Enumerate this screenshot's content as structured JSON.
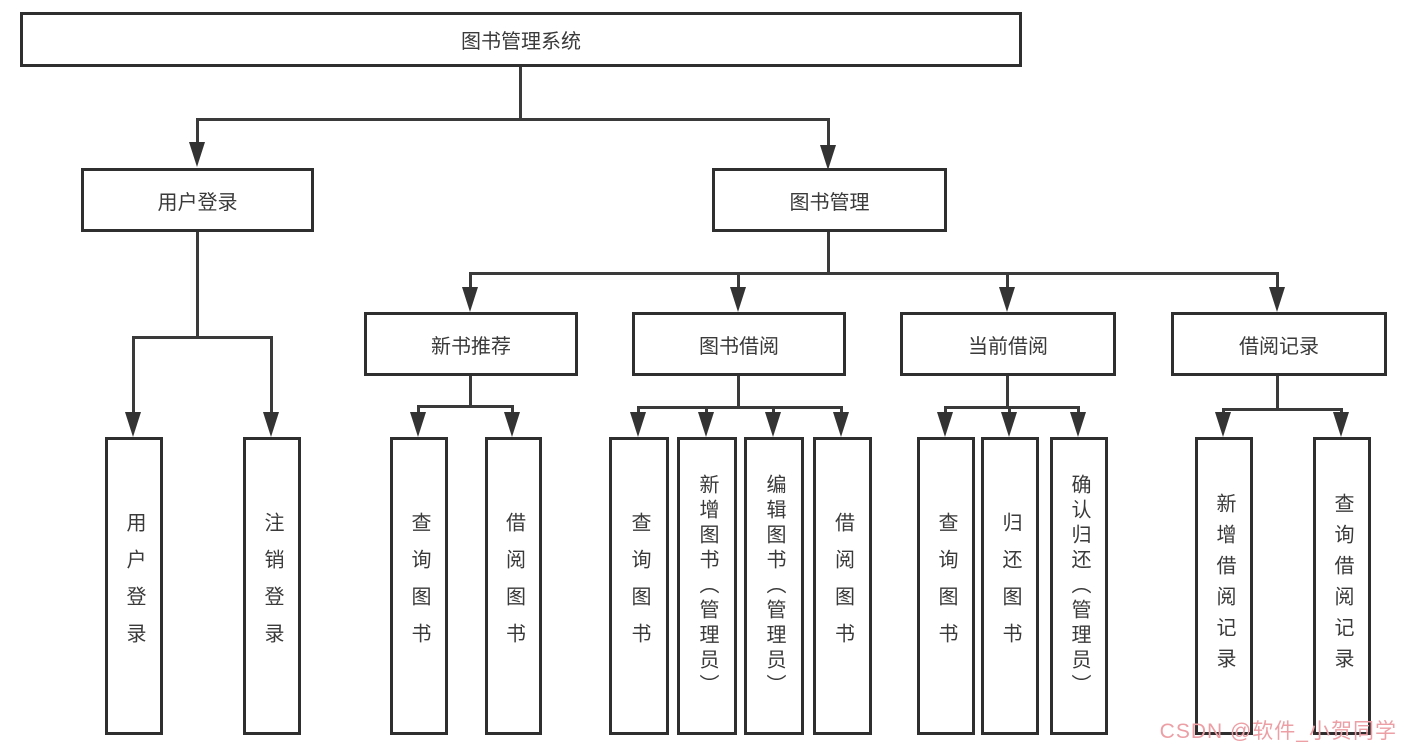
{
  "diagram": {
    "title": "图书管理系统",
    "colors": {
      "line": "#3a3a3a",
      "box_border": "#2f2f2f",
      "background": "#ffffff",
      "text": "#3a3a3a",
      "watermark": "#ec9fa5"
    },
    "tree": {
      "root": {
        "label": "图书管理系统"
      },
      "user_login": {
        "label": "用户登录"
      },
      "book_mgmt": {
        "label": "图书管理"
      },
      "new_book_rec": {
        "label": "新书推荐"
      },
      "book_borrow": {
        "label": "图书借阅"
      },
      "current_borrow": {
        "label": "当前借阅"
      },
      "borrow_record": {
        "label": "借阅记录"
      },
      "leaves": {
        "user_login": [
          "用户登录",
          "注销登录"
        ],
        "new_book_rec": [
          "查询图书",
          "借阅图书"
        ],
        "book_borrow": [
          "查询图书",
          "新增图书（管理员）",
          "编辑图书（管理员）",
          "借阅图书"
        ],
        "current_borrow": [
          "查询图书",
          "归还图书",
          "确认归还（管理员）"
        ],
        "borrow_record": [
          "新增借阅记录",
          "查询借阅记录"
        ]
      }
    }
  },
  "watermark": {
    "text": "CSDN @软件_小贺同学"
  }
}
